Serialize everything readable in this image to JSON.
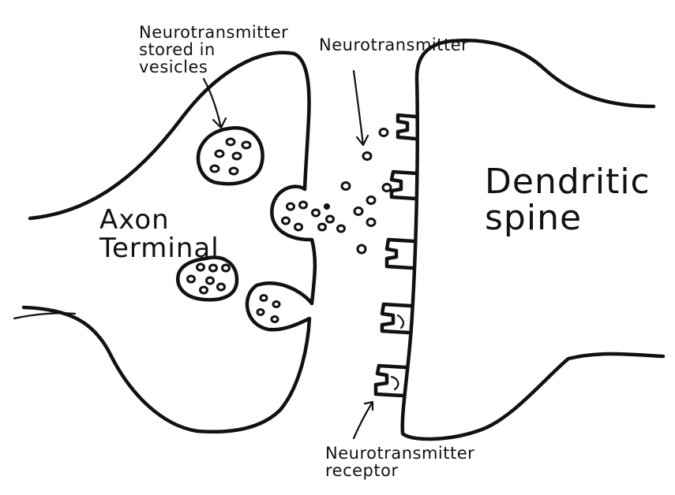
{
  "labels": {
    "vesicle_note": "Neurotransmitter\nstored in\nvesicles",
    "neurotransmitter": "Neurotransmitter",
    "axon_terminal": "Axon\nTerminal",
    "dendritic_spine": "Dendritic\nspine",
    "receptor": "Neurotransmitter\nreceptor"
  },
  "colors": {
    "ink": "#111111",
    "background": "#ffffff"
  }
}
